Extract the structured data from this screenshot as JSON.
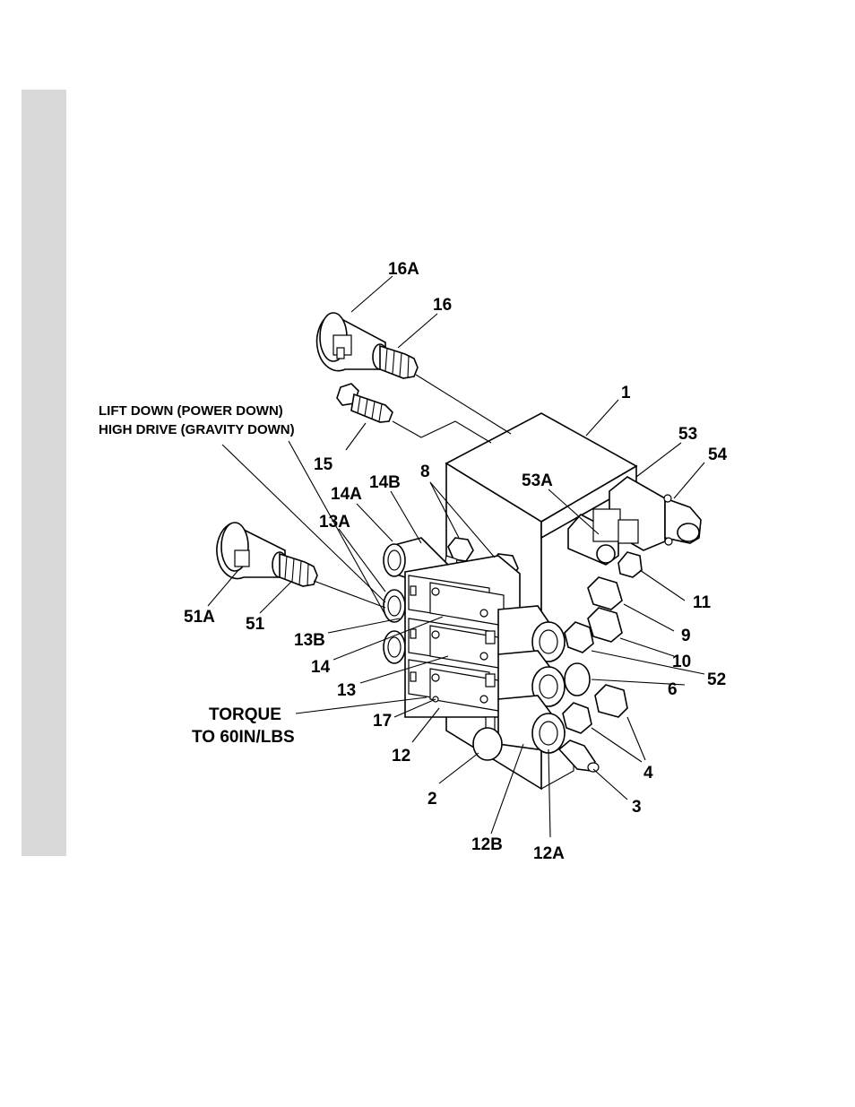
{
  "diagram": {
    "notes": {
      "lift_down": "LIFT DOWN (POWER DOWN)",
      "high_drive": "HIGH DRIVE (GRAVITY DOWN)",
      "torque_line1": "TORQUE",
      "torque_line2": "TO 60IN/LBS"
    },
    "callouts": {
      "c16A": "16A",
      "c16": "16",
      "c15": "15",
      "c1": "1",
      "c53": "53",
      "c54": "54",
      "c53A": "53A",
      "c8": "8",
      "c14A": "14A",
      "c14B": "14B",
      "c13A": "13A",
      "c51A": "51A",
      "c51": "51",
      "c13B": "13B",
      "c14": "14",
      "c13": "13",
      "c17": "17",
      "c12": "12",
      "c2": "2",
      "c12B": "12B",
      "c12A": "12A",
      "c3": "3",
      "c4": "4",
      "c6": "6",
      "c52": "52",
      "c10": "10",
      "c9": "9",
      "c11": "11"
    }
  }
}
